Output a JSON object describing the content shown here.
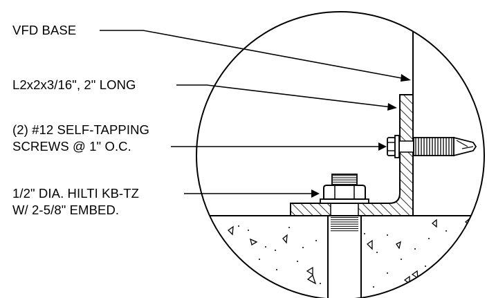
{
  "labels": {
    "vfd_base": "VFD BASE",
    "angle": "L2x2x3/16\", 2\" LONG",
    "screws_line1": "(2) #12 SELF-TAPPING",
    "screws_line2": "SCREWS @ 1\" O.C.",
    "anchor_line1": "1/2\" DIA. HILTI KB-TZ",
    "anchor_line2": "W/ 2-5/8\" EMBED."
  },
  "colors": {
    "ink": "#000000",
    "background": "#ffffff"
  }
}
